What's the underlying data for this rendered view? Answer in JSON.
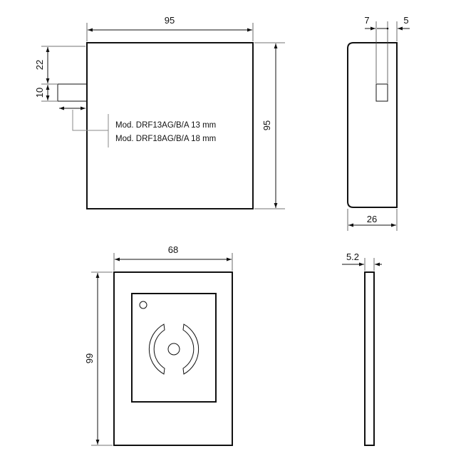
{
  "front_view": {
    "width_label": "95",
    "height_label": "95",
    "tab_offset_label": "22",
    "tab_height_label": "10",
    "model_notes": [
      "Mod. DRF13AG/B/A 13 mm",
      "Mod. DRF18AG/B/A 18 mm"
    ]
  },
  "side_view": {
    "offset_label": "7",
    "slot_label": "5",
    "depth_label": "26"
  },
  "reader_front": {
    "width_label": "68",
    "height_label": "99"
  },
  "reader_side": {
    "thickness_label": "5.2"
  }
}
